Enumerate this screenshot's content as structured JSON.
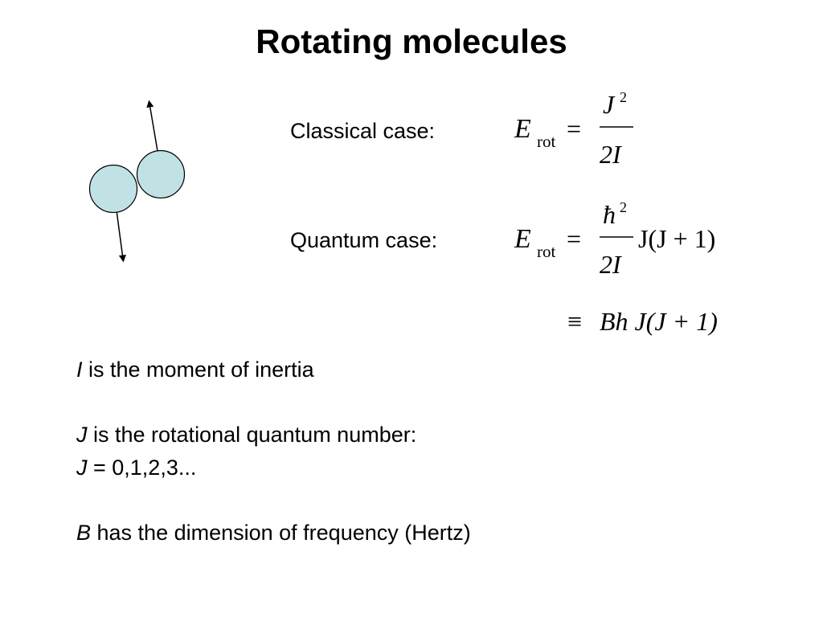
{
  "title": "Rotating molecules",
  "classical": {
    "label": "Classical case:",
    "lhs_symbol": "E",
    "lhs_subscript": "rot",
    "equals": "=",
    "numerator": "J",
    "numerator_exponent": "2",
    "denominator": "2I"
  },
  "quantum": {
    "label": "Quantum case:",
    "lhs_symbol": "E",
    "lhs_subscript": "rot",
    "equals": "=",
    "numerator": "ħ",
    "numerator_exponent": "2",
    "denominator": "2I",
    "factor": "J(J + 1)"
  },
  "equivalence": {
    "symbol": "≡",
    "expression": "Bh J(J + 1)"
  },
  "notes": {
    "I_var": "I",
    "I_text": " is the moment of inertia",
    "J_var": "J",
    "J_text": " is the rotational quantum number:",
    "J_values_var": "J",
    "J_values_text": " = 0,1,2,3...",
    "B_var": "B",
    "B_text": " has the dimension of frequency (Hertz)"
  },
  "diagram": {
    "atom_fill": "#c0e2e4",
    "atom_stroke": "#000000"
  }
}
